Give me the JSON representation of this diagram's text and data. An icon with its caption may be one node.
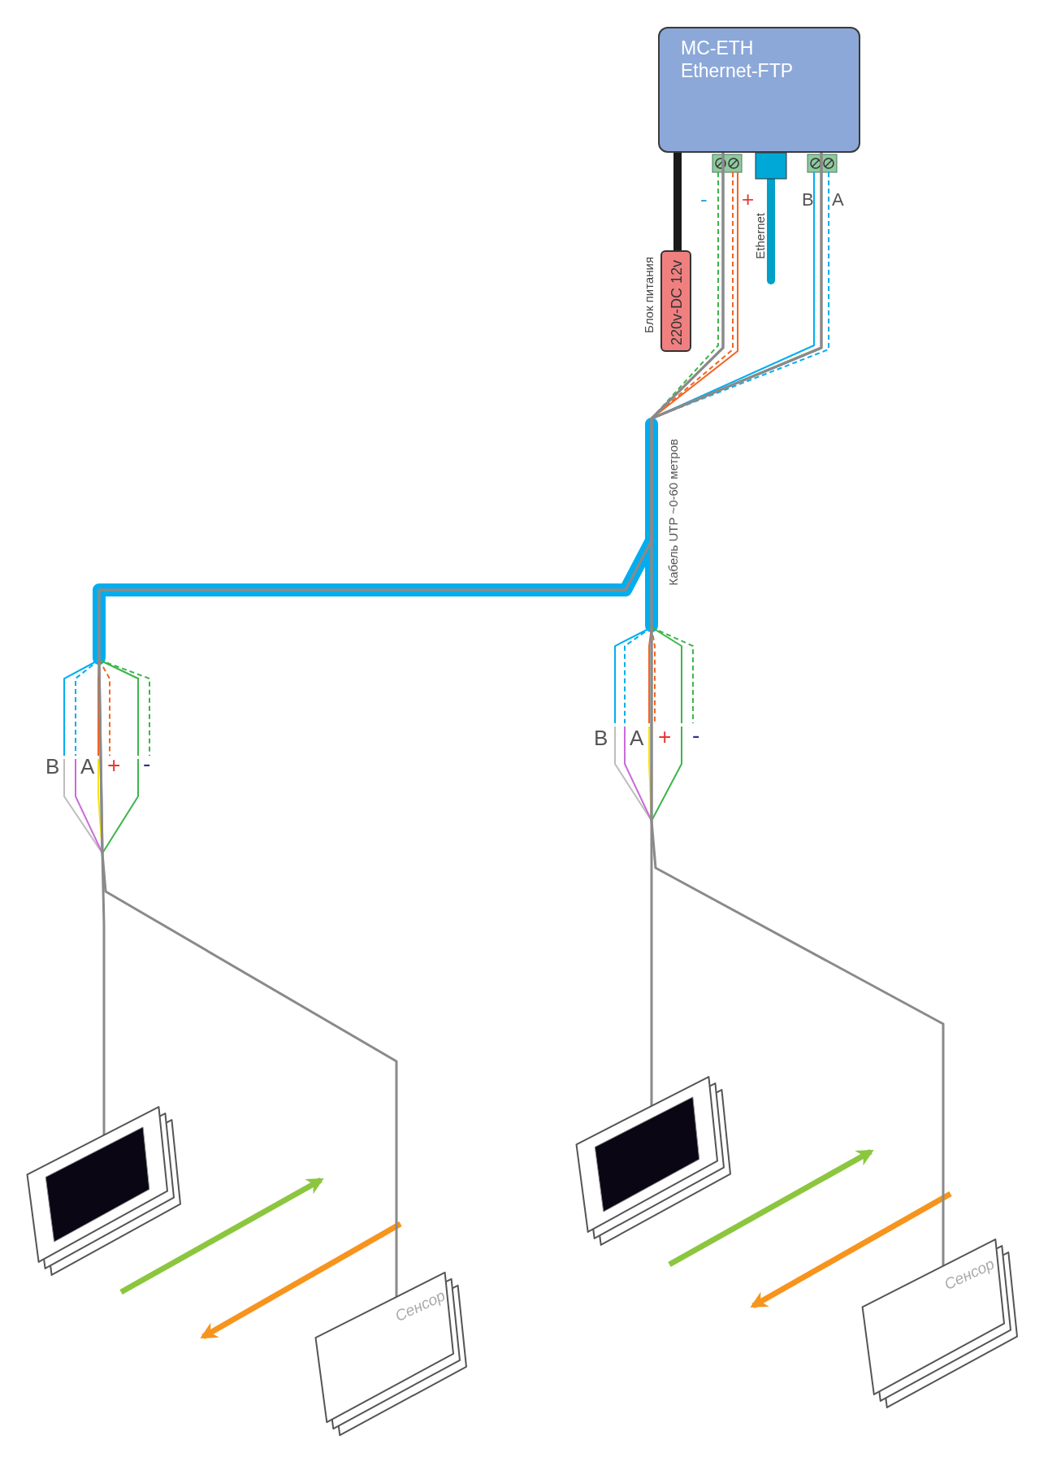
{
  "diagram": {
    "nodes": [
      {
        "text": [
          "MC-ETH Ethernet-FTP"
        ]
      },
      {
        "text": [
          "220v-DC 12v"
        ],
        "beside": [
          "Блок питания"
        ]
      },
      {
        "text": [],
        "shape": "picture"
      },
      {
        "text": [
          "Сенсор"
        ]
      },
      {
        "text": [],
        "shape": "picture"
      },
      {
        "text": [
          "Сенсор"
        ]
      }
    ],
    "edges": [
      {
        "from": 1,
        "to": 0,
        "arrow": "none",
        "style": "thick",
        "color": "#1a1a1a"
      },
      {
        "from": 0,
        "to": 2,
        "arrow": "none"
      },
      {
        "from": 0,
        "to": 3,
        "arrow": "none"
      },
      {
        "from": 0,
        "to": 4,
        "arrow": "none"
      },
      {
        "from": 0,
        "to": 5,
        "arrow": "none"
      }
    ],
    "labels": [
      "-",
      "+",
      "B",
      "A",
      "Ethernet",
      "Кабель UTP ~0-60 метров",
      "B",
      "A",
      "+",
      "-",
      "B",
      "A",
      "+",
      "-"
    ]
  }
}
